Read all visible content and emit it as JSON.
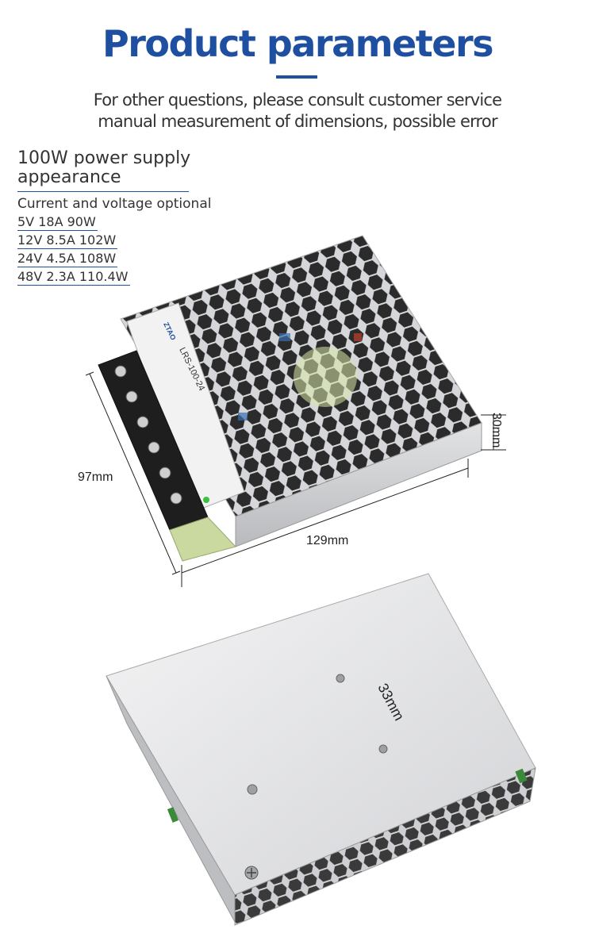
{
  "header": {
    "title": "Product parameters",
    "note_line1": "For other questions, please consult customer service",
    "note_line2": "manual measurement of dimensions, possible error"
  },
  "specs": {
    "title_line1": "100W power supply",
    "title_line2": "appearance",
    "subtitle": "Current and voltage optional",
    "options": [
      "5V 18A 90W",
      "12V 8.5A 102W",
      "24V 4.5A 108W",
      "48V 2.3A 110.4W"
    ]
  },
  "dimensions": {
    "height": "30mm",
    "depth": "97mm",
    "length": "129mm",
    "hole_spacing": "33mm"
  },
  "product": {
    "model_label": "LRS-100-24",
    "brand_label": "ZTAO"
  },
  "colors": {
    "accent": "#1f4fa0",
    "case_silver": "#d9dadd",
    "terminal_black": "#222222",
    "pcb_green": "#c9d9a0"
  }
}
